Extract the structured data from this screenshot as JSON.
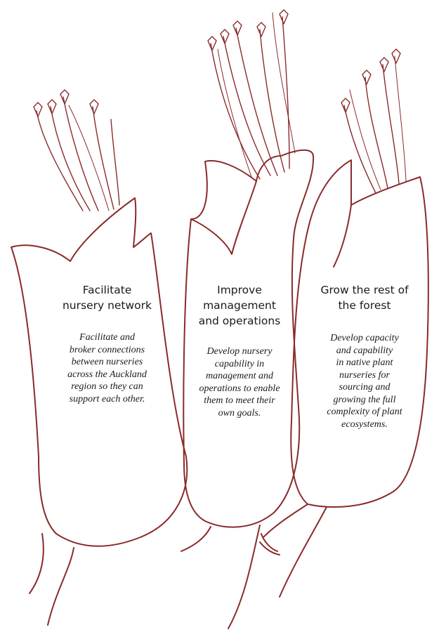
{
  "stroke_color": "#8b2a2a",
  "columns": [
    {
      "heading": "Facilitate\nnursery network",
      "body": "Facilitate and\nbroker connections\nbetween nurseries\nacross the Auckland\nregion so they can\nsupport each other."
    },
    {
      "heading": "Improve\nmanagement\nand operations",
      "body": "Develop nursery\ncapability in\nmanagement and\noperations to enable\nthem to meet their\nown goals."
    },
    {
      "heading": "Grow the rest of\nthe forest",
      "body": "Develop capacity\nand capability\nin native plant\nnurseries for\nsourcing and\ngrowing the full\ncomplexity of plant\necosystems."
    }
  ]
}
